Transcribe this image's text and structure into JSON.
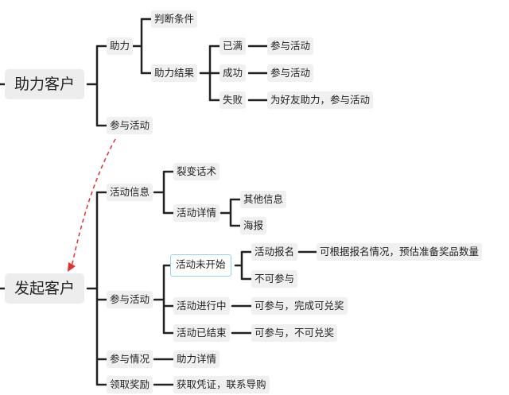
{
  "mindmap": {
    "root_customer_help": "助力客户",
    "root_customer_launch": "发起客户",
    "help_node": "助力",
    "judge_conditions": "判断条件",
    "help_result": "助力结果",
    "full": "已满",
    "full_action": "参与活动",
    "success": "成功",
    "success_action": "参与活动",
    "fail": "失败",
    "fail_action": "为好友助力，参与活动",
    "join_activity": "参与活动",
    "activity_info": "活动信息",
    "viral_script": "裂变话术",
    "activity_details": "活动详情",
    "other_info": "其他信息",
    "poster": "海报",
    "participate_activity": "参与活动",
    "not_started": "活动未开始",
    "signup": "活动报名",
    "signup_note": "可根据报名情况，预估准备奖品数量",
    "cannot_join": "不可参与",
    "in_progress": "活动进行中",
    "in_progress_note": "可参与，完成可兑奖",
    "ended": "活动已结束",
    "ended_note": "可参与，不可兑奖",
    "participation_status": "参与情况",
    "help_details": "助力详情",
    "claim_reward": "领取奖励",
    "claim_note": "获取凭证，联系导购"
  },
  "colors": {
    "line": "#222222",
    "arrow": "#e03030",
    "selected_border": "#8fd4e8"
  }
}
